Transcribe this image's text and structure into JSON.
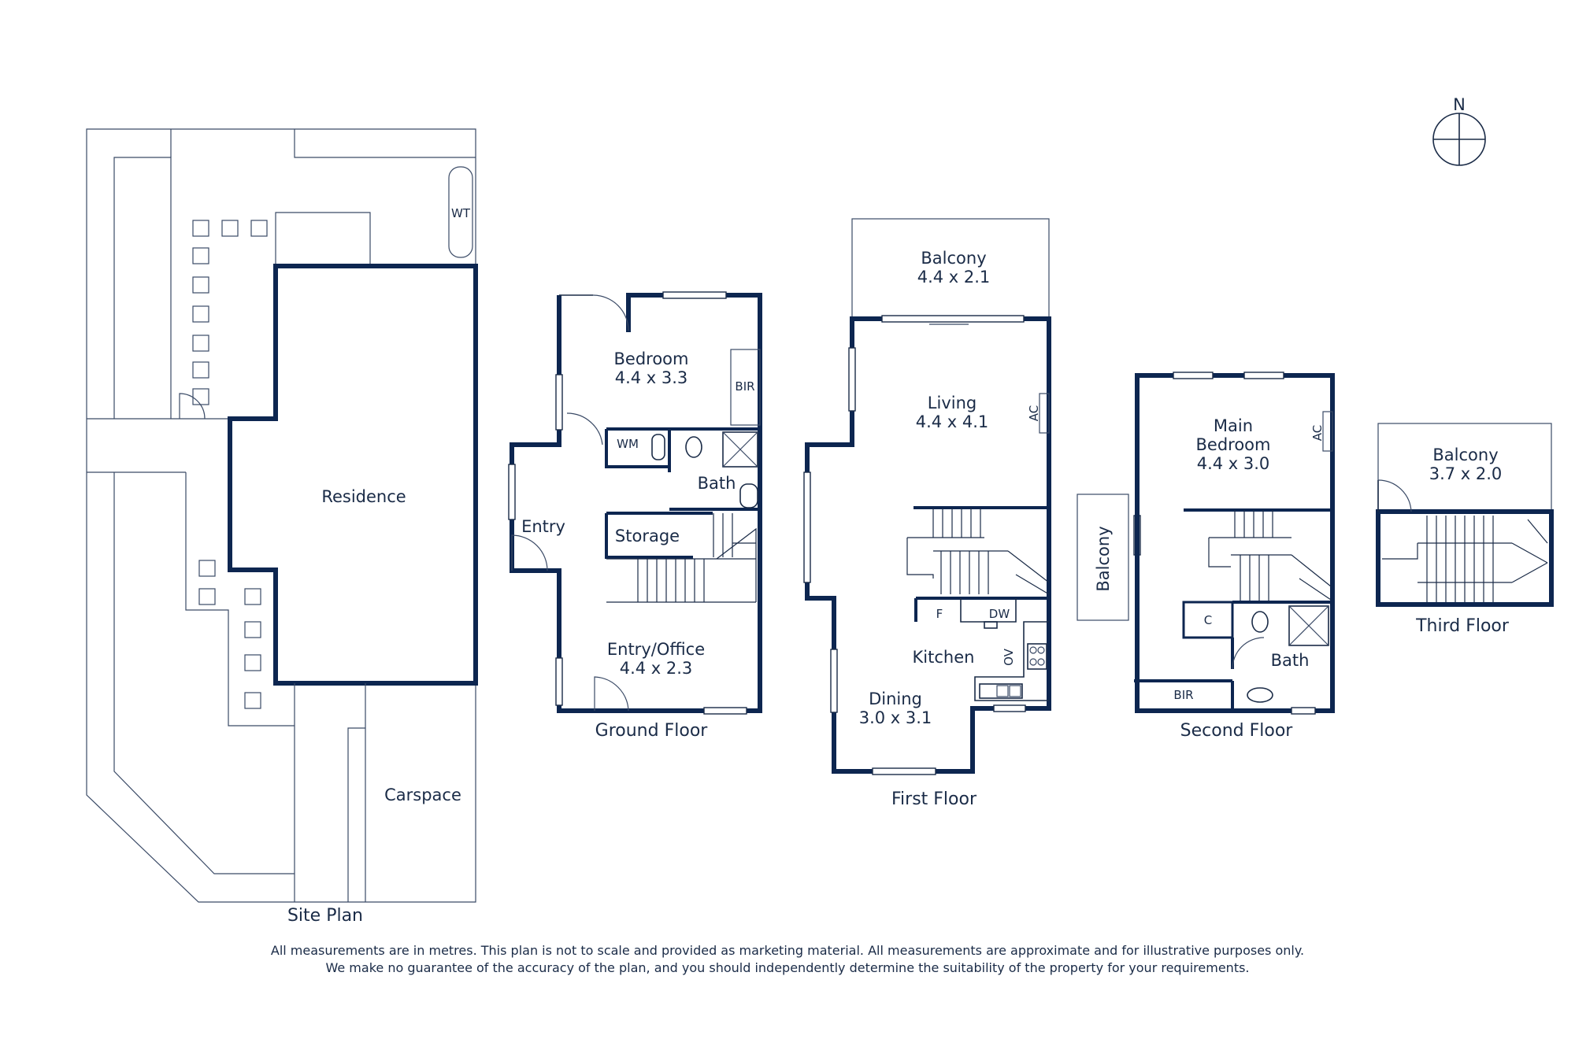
{
  "compass": {
    "north_label": "N"
  },
  "site_plan": {
    "caption": "Site Plan",
    "labels": {
      "wt": "WT",
      "residence": "Residence",
      "carspace": "Carspace"
    }
  },
  "ground_floor": {
    "caption": "Ground Floor",
    "rooms": {
      "bedroom": {
        "name": "Bedroom",
        "size": "4.4 x 3.3"
      },
      "entry_office": {
        "name": "Entry/Office",
        "size": "4.4 x 2.3"
      }
    },
    "labels": {
      "bir": "BIR",
      "wm": "WM",
      "bath": "Bath",
      "entry": "Entry",
      "storage": "Storage"
    }
  },
  "first_floor": {
    "caption": "First Floor",
    "rooms": {
      "balcony": {
        "name": "Balcony",
        "size": "4.4 x 2.1"
      },
      "living": {
        "name": "Living",
        "size": "4.4 x 4.1"
      },
      "dining": {
        "name": "Dining",
        "size": "3.0 x 3.1"
      }
    },
    "labels": {
      "ac": "AC",
      "f": "F",
      "dw": "DW",
      "ov": "OV",
      "kitchen": "Kitchen"
    }
  },
  "second_floor": {
    "caption": "Second Floor",
    "rooms": {
      "main_bedroom": {
        "name_line1": "Main",
        "name_line2": "Bedroom",
        "size": "4.4 x 3.0"
      }
    },
    "labels": {
      "ac": "AC",
      "balcony": "Balcony",
      "c": "C",
      "bath": "Bath",
      "bir": "BIR"
    }
  },
  "third_floor": {
    "caption": "Third Floor",
    "rooms": {
      "balcony": {
        "name": "Balcony",
        "size": "3.7 x 2.0"
      }
    }
  },
  "disclaimer": {
    "line1": "All measurements are in metres. This plan is not to scale and provided as marketing material. All measurements are approximate and for illustrative purposes only.",
    "line2": "We make no guarantee of the accuracy of the plan, and you should independently determine the suitability of the property for your requirements."
  },
  "colors": {
    "wall": "#0d2650",
    "line": "#3a4a66",
    "text": "#1a2b47",
    "background": "#ffffff"
  }
}
